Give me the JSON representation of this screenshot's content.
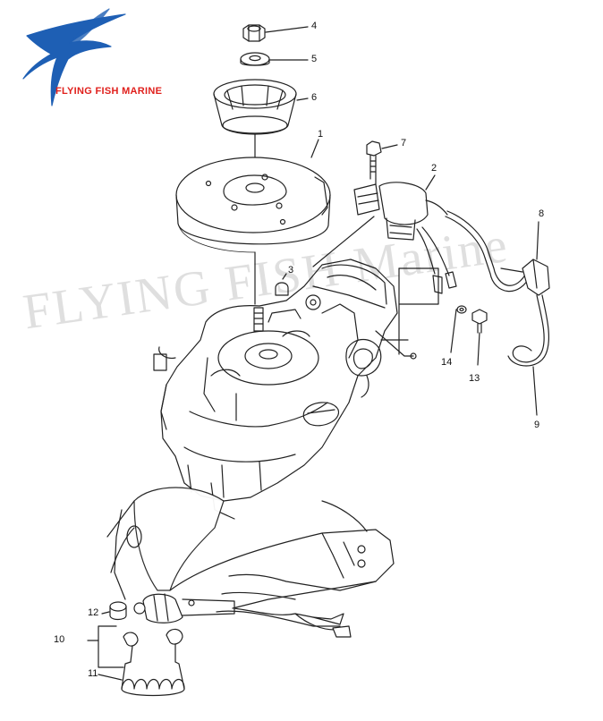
{
  "brand": {
    "name": "FLYING FISH MARINE",
    "color": "#e0201c",
    "fish_color": "#1e5fb4"
  },
  "watermark": {
    "text": "FLYING FISH Marine"
  },
  "callouts": [
    {
      "id": "1",
      "label": "1"
    },
    {
      "id": "2",
      "label": "2"
    },
    {
      "id": "3",
      "label": "3"
    },
    {
      "id": "4",
      "label": "4"
    },
    {
      "id": "5",
      "label": "5"
    },
    {
      "id": "6",
      "label": "6"
    },
    {
      "id": "7",
      "label": "7"
    },
    {
      "id": "8",
      "label": "8"
    },
    {
      "id": "9",
      "label": "9"
    },
    {
      "id": "10",
      "label": "10"
    },
    {
      "id": "11",
      "label": "11"
    },
    {
      "id": "12",
      "label": "12"
    },
    {
      "id": "13",
      "label": "13"
    },
    {
      "id": "14",
      "label": "14"
    }
  ],
  "colors": {
    "line": "#222222"
  }
}
